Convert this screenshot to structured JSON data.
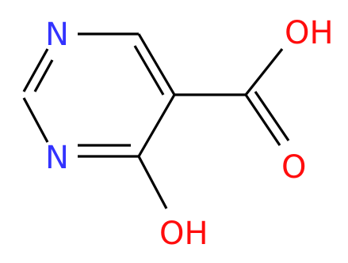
{
  "molecule": {
    "atoms": {
      "n1": "N",
      "n3": "N",
      "oh_carboxyl": "OH",
      "o_carbonyl": "O",
      "oh_hydroxy": "OH"
    },
    "colors": {
      "bond": "#000000",
      "nitrogen": "#3333ff",
      "oxygen": "#ff0d0d",
      "background": "#ffffff"
    }
  }
}
